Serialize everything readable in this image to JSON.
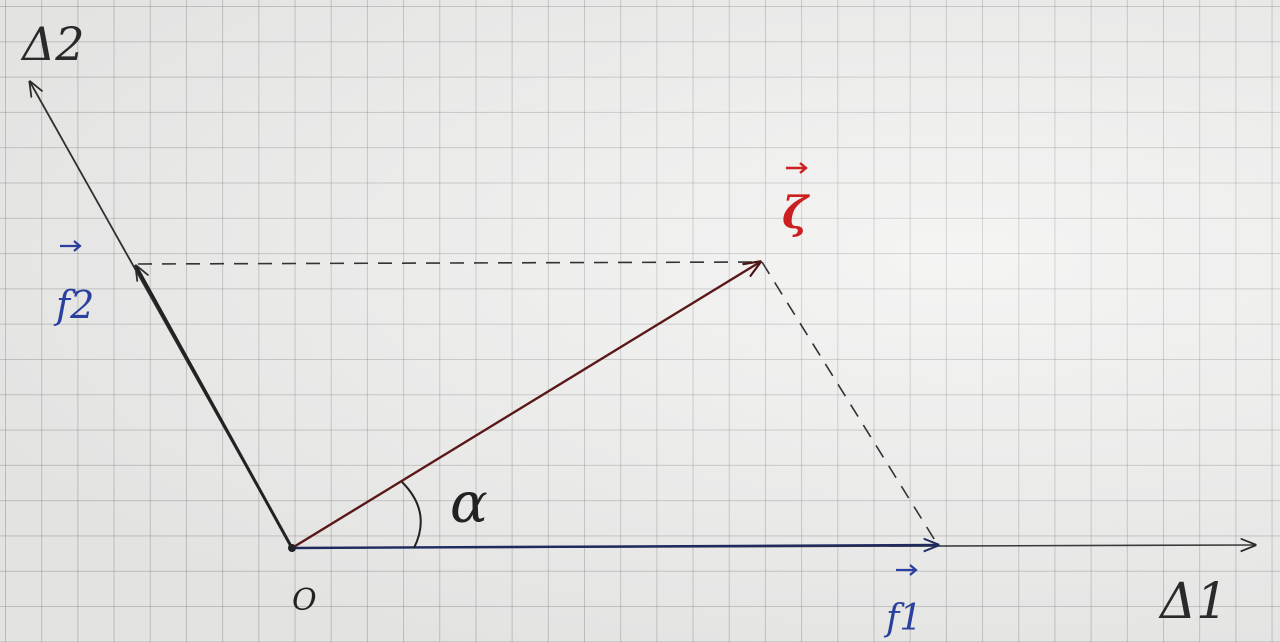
{
  "diagram": {
    "axis_labels": {
      "delta1": "Δ1",
      "delta2": "Δ2"
    },
    "origin_label": "O",
    "angle_label": "α",
    "vectors": {
      "total": {
        "label": "ζ",
        "color": "#cc1f1f"
      },
      "component1": {
        "label": "f1",
        "color": "#2b3f9e"
      },
      "component2": {
        "label": "f2",
        "color": "#2b3f9e"
      }
    },
    "colors": {
      "ink": "#2a2a2a",
      "red": "#cc1f1f",
      "blue": "#2b3f9e"
    }
  }
}
